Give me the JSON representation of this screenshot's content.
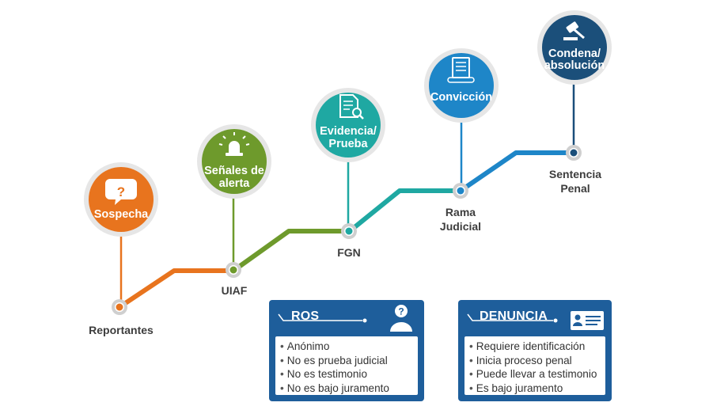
{
  "stages": [
    {
      "circle_text": [
        "",
        "Sospecha"
      ],
      "node_label": [
        "Reportantes"
      ],
      "icon": "question-bubble-icon",
      "color": "#e8741e"
    },
    {
      "circle_text": [
        "Señales de",
        "alerta"
      ],
      "node_label": [
        "UIAF"
      ],
      "icon": "siren-icon",
      "color": "#6e9a2c"
    },
    {
      "circle_text": [
        "Evidencia/",
        "Prueba"
      ],
      "node_label": [
        "FGN"
      ],
      "icon": "document-magnifier-icon",
      "color": "#1fa8a2"
    },
    {
      "circle_text": [
        "Convicción"
      ],
      "node_label": [
        "Rama",
        "Judicial"
      ],
      "icon": "contract-icon",
      "color": "#1e86c8"
    },
    {
      "circle_text": [
        "Condena/",
        "absolución"
      ],
      "node_label": [
        "Sentencia",
        "Penal"
      ],
      "icon": "gavel-icon",
      "color": "#1b4f7a"
    }
  ],
  "cards": {
    "ros": {
      "title": "ROS",
      "icon": "person-question-icon",
      "items": [
        "Anónimo",
        "No es prueba judicial",
        "No es testimonio",
        "No es bajo juramento"
      ]
    },
    "denuncia": {
      "title": "DENUNCIA",
      "icon": "id-card-icon",
      "items": [
        "Requiere identificación",
        "Inicia proceso penal",
        "Puede llevar a testimonio",
        "Es bajo juramento"
      ]
    }
  }
}
